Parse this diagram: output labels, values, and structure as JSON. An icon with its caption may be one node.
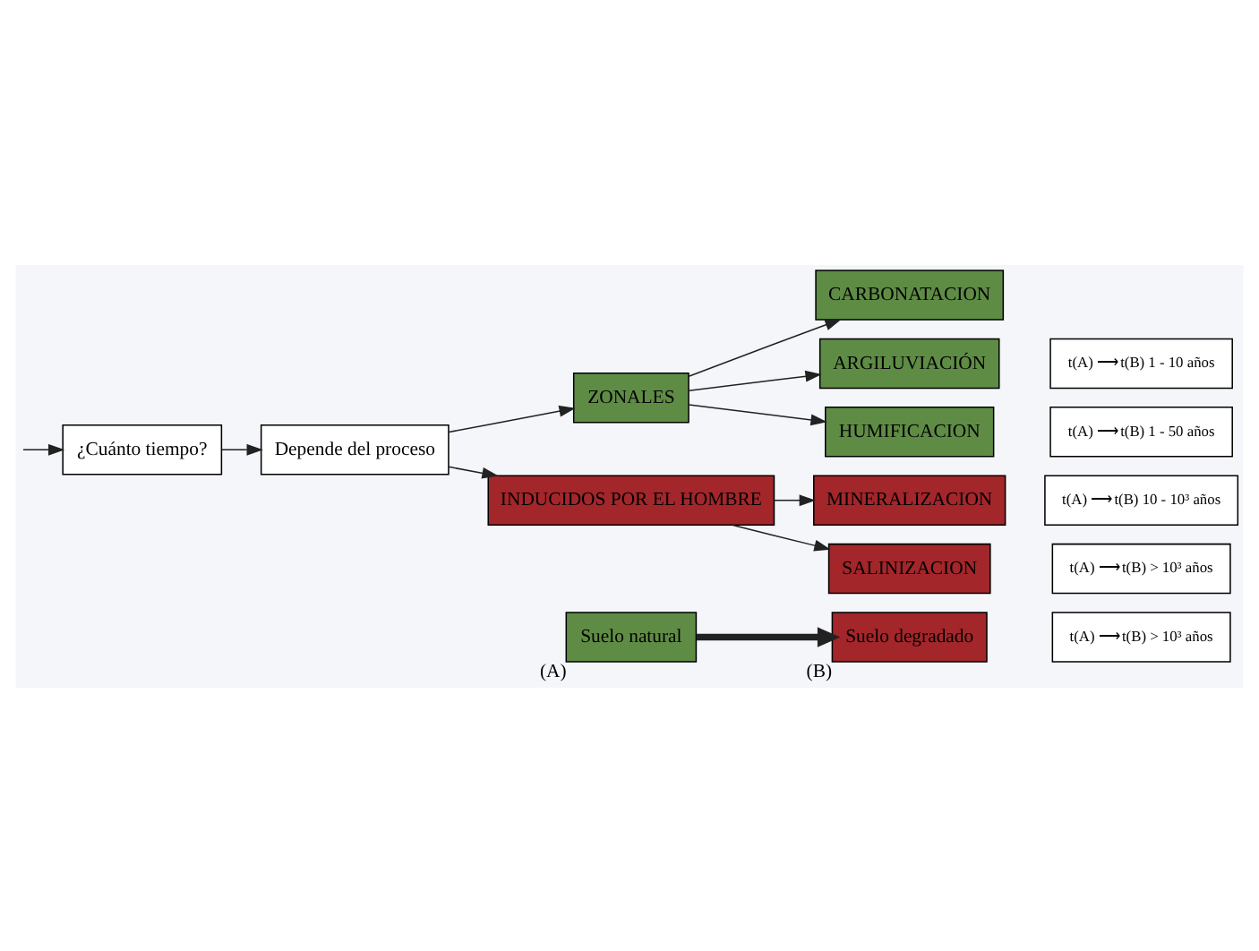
{
  "diagram": {
    "nodes": [
      {
        "text": [
          "Suelo natural"
        ],
        "beside": [
          "(A)"
        ]
      },
      {
        "text": [
          "Suelo degradado"
        ],
        "beside": [
          "(B)"
        ]
      },
      {
        "text": [
          "¿Cuánto tiempo?"
        ]
      },
      {
        "text": [
          "Depende del proceso"
        ]
      },
      {
        "text": [
          "ZONALES"
        ]
      },
      {
        "text": [
          "INDUCIDOS POR EL HOMBRE"
        ]
      },
      {
        "text": [
          "CARBONATACION"
        ]
      },
      {
        "text": [
          "ARGILUVIACIÓN"
        ]
      },
      {
        "text": [
          "HUMIFICACION"
        ]
      },
      {
        "text": [
          "MINERALIZACION"
        ]
      },
      {
        "text": [
          "SALINIZACION"
        ]
      },
      {
        "text": [
          "t(A) ⟶ t(B) > 10³ años"
        ]
      },
      {
        "text": [
          "t(A) ⟶ t(B) > 10³ años"
        ]
      },
      {
        "text": [
          "t(A) ⟶ t(B) 10 - 10³ años"
        ]
      },
      {
        "text": [
          "t(A) ⟶ t(B) 1 - 50 años"
        ]
      },
      {
        "text": [
          "t(A) ⟶ t(B) 1 - 10 años"
        ]
      }
    ],
    "edges": [
      {
        "from": 0,
        "to": 1,
        "arrow": "to",
        "style": "thick"
      },
      {
        "from": null,
        "to": 2,
        "arrow": "to"
      },
      {
        "from": 2,
        "to": 3,
        "arrow": "to"
      },
      {
        "from": 3,
        "to": 4,
        "arrow": "to"
      },
      {
        "from": 3,
        "to": 5,
        "arrow": "to"
      },
      {
        "from": 4,
        "to": 6,
        "arrow": "to"
      },
      {
        "from": 4,
        "to": 7,
        "arrow": "to"
      },
      {
        "from": 4,
        "to": 8,
        "arrow": "to"
      },
      {
        "from": 5,
        "to": 9,
        "arrow": "to"
      },
      {
        "from": 5,
        "to": 10,
        "arrow": "to"
      }
    ]
  }
}
